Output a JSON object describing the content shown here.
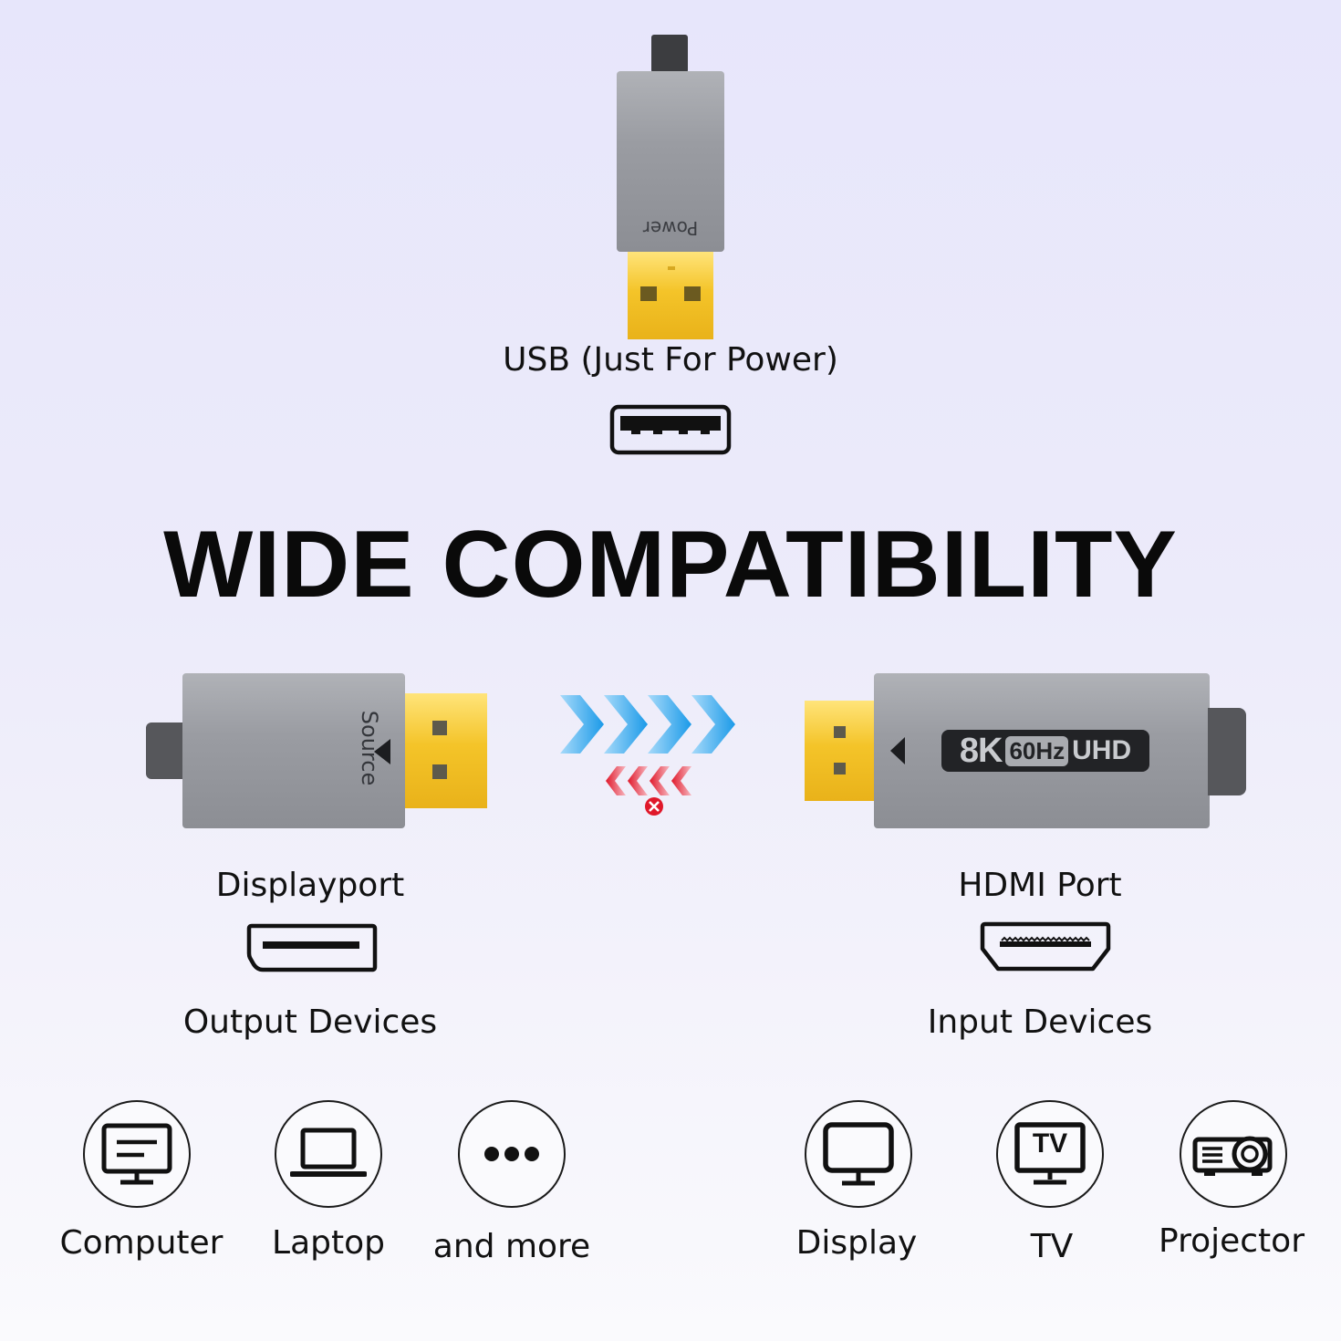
{
  "usb": {
    "plug_text": "Power",
    "label": "USB (Just For Power)"
  },
  "headline": "WIDE COMPATIBILITY",
  "displayport": {
    "plug_text": "Source",
    "label": "Displayport",
    "devices_label": "Output Devices"
  },
  "hdmi": {
    "badge": {
      "res": "8K",
      "rate": "60Hz",
      "uhd": "UHD"
    },
    "label": "HDMI Port",
    "devices_label": "Input Devices"
  },
  "arrows": {
    "forward_color": "#2aa7f0",
    "reverse_color": "#e02030"
  },
  "output_devices": [
    {
      "icon": "computer-icon",
      "label": "Computer"
    },
    {
      "icon": "laptop-icon",
      "label": "Laptop"
    },
    {
      "icon": "more-icon",
      "label": "and more"
    }
  ],
  "input_devices": [
    {
      "icon": "display-icon",
      "label": "Display"
    },
    {
      "icon": "tv-icon",
      "label": "TV",
      "icon_text": "TV"
    },
    {
      "icon": "projector-icon",
      "label": "Projector"
    }
  ]
}
